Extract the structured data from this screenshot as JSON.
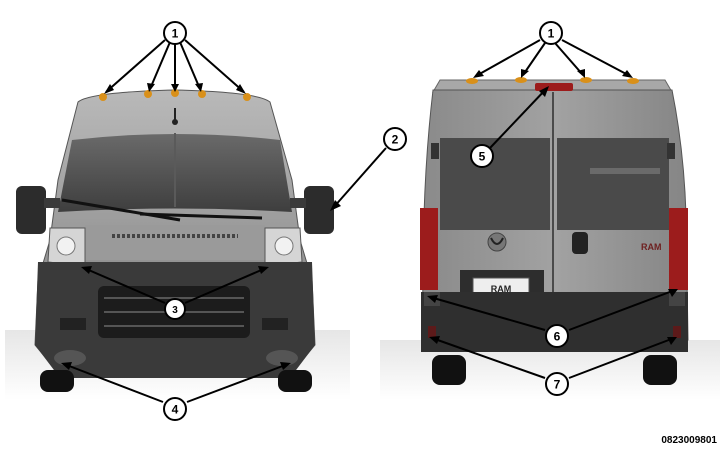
{
  "callouts": {
    "c1_front": "1",
    "c2": "2",
    "c3": "3",
    "c4": "4",
    "c1_rear": "1",
    "c5": "5",
    "c6": "6",
    "c7": "7"
  },
  "badges": {
    "rear_plate": "RAM",
    "rear_brand": "RAM"
  },
  "figure_id": "0823009801",
  "colors": {
    "body_gray": "#8e8e8e",
    "bumper_dark": "#3a3a3a",
    "marker_amber": "#d9901a",
    "tail_red": "#9c1c1c"
  },
  "icons": [
    "ram-head-icon"
  ]
}
